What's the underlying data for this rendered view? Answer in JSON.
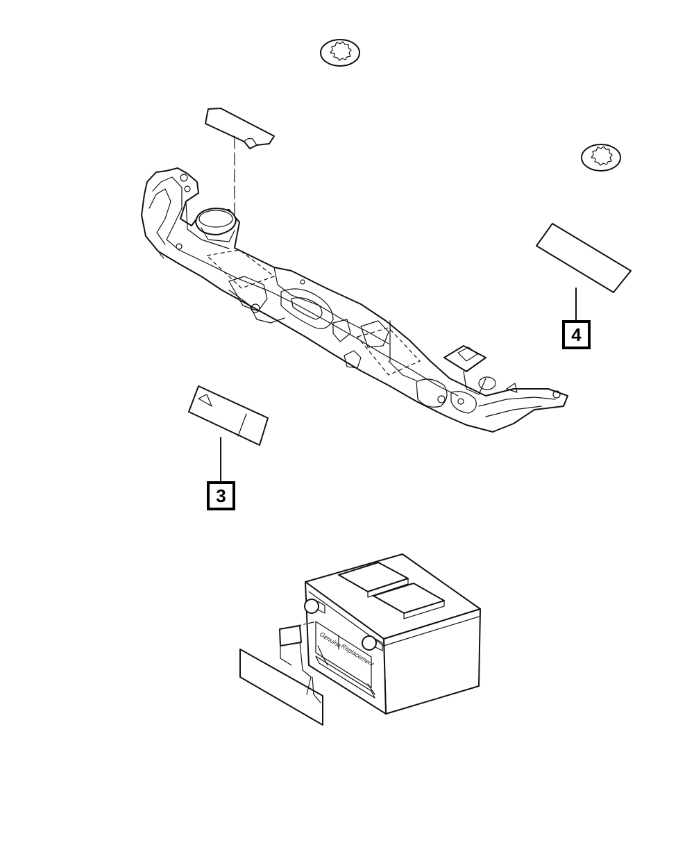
{
  "diagram": {
    "callouts": [
      {
        "id": "callout-3",
        "number": "3"
      },
      {
        "id": "callout-4",
        "number": "4"
      }
    ],
    "battery_labels": {
      "left": "Genuine",
      "right": "Replacement"
    }
  }
}
